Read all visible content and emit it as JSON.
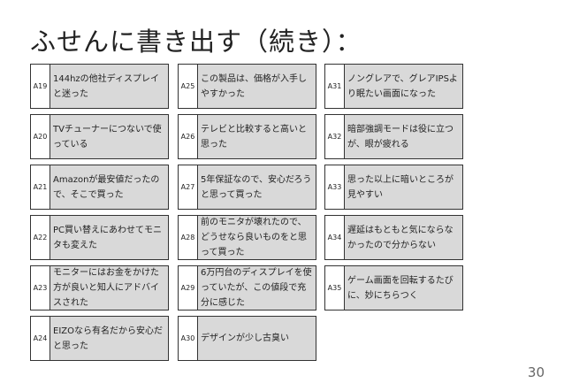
{
  "slide": {
    "title": "ふせんに書き出す（続き）：",
    "page_number": "30"
  },
  "columns": [
    {
      "cards": [
        {
          "id": "A19",
          "text": "144hzの他社ディスプレイと迷った"
        },
        {
          "id": "A20",
          "text": "TVチューナーにつないで使っている"
        },
        {
          "id": "A21",
          "text": "Amazonが最安値だったので、そこで買った"
        },
        {
          "id": "A22",
          "text": "PC買い替えにあわせてモニタも変えた"
        },
        {
          "id": "A23",
          "text": "モニターにはお金をかけた方が良いと知人にアドバイスされた"
        },
        {
          "id": "A24",
          "text": "EIZOなら有名だから安心だと思った"
        }
      ]
    },
    {
      "cards": [
        {
          "id": "A25",
          "text": "この製品は、価格が入手しやすかった"
        },
        {
          "id": "A26",
          "text": "テレビと比較すると高いと思った"
        },
        {
          "id": "A27",
          "text": "5年保証なので、安心だろうと思って買った"
        },
        {
          "id": "A28",
          "text": "前のモニタが壊れたので、どうせなら良いものをと思って買った"
        },
        {
          "id": "A29",
          "text": "6万円台のディスプレイを使っていたが、この値段で充分に感じた"
        },
        {
          "id": "A30",
          "text": "デザインが少し古臭い"
        }
      ]
    },
    {
      "cards": [
        {
          "id": "A31",
          "text": "ノングレアで、グレアIPSより眠たい画面になった"
        },
        {
          "id": "A32",
          "text": "暗部強調モードは役に立つが、眼が疲れる"
        },
        {
          "id": "A33",
          "text": "思った以上に暗いところが見やすい"
        },
        {
          "id": "A34",
          "text": "遅延はもともと気にならなかったので分からない"
        },
        {
          "id": "A35",
          "text": "ゲーム画面を回転するたびに、妙にちらつく"
        }
      ]
    }
  ]
}
